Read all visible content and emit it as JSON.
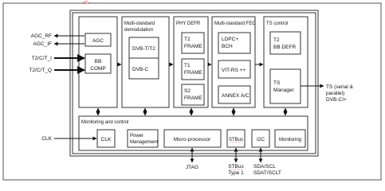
{
  "inputs": {
    "agc_rf": "AGC_RF",
    "agc_if": "AGC_IF",
    "t2c_i": "T2/C/T_I",
    "t2c_q": "T2/C/T_Q",
    "clk": "CLK"
  },
  "agc_bb": {
    "agc": "AGC",
    "bb_line1": "BB",
    "bb_line2": "COMP"
  },
  "demod": {
    "title_line1": "Multi-standard",
    "title_line2": "demodulation",
    "dvbt": "DVB-T/T2",
    "dvbc": "DVB-C"
  },
  "phy": {
    "title": "PHY DEFR",
    "t2_line1": "T2",
    "t2_line2": "FRAME",
    "t1_line1": "T1",
    "t1_line2": "FRAME",
    "s2_line1": "S2",
    "s2_line2": "FRAME"
  },
  "fec": {
    "title": "Multi-standard FEC",
    "ldpc_line1": "LDPC+",
    "ldpc_line2": "BCH",
    "vit": "VIT-RS ++",
    "annex": "ANNEX A/C"
  },
  "ts": {
    "title": "TS control",
    "defr_line1": "T2",
    "defr_line2": "BB DEFR",
    "mgr_line1": "TS",
    "mgr_line2": "Manager"
  },
  "output": {
    "line1": "TS (serial &",
    "line2": "parallel)",
    "line3": "DVB-CI+"
  },
  "monitoring": {
    "title": "Monitoring and control",
    "clk": "CLK",
    "power_line1": "Power",
    "power_line2": "Management",
    "micro": "Micro-processor",
    "stbus": "STBus",
    "i2c": "I2C",
    "monitor": "Monitoring"
  },
  "bottom": {
    "jtag": "JTAG",
    "stbus_line1": "STBus",
    "stbus_line2": "Type 1",
    "sda_line1": "SDA/SCL",
    "sda_line2": "SDAT/SCLT"
  }
}
